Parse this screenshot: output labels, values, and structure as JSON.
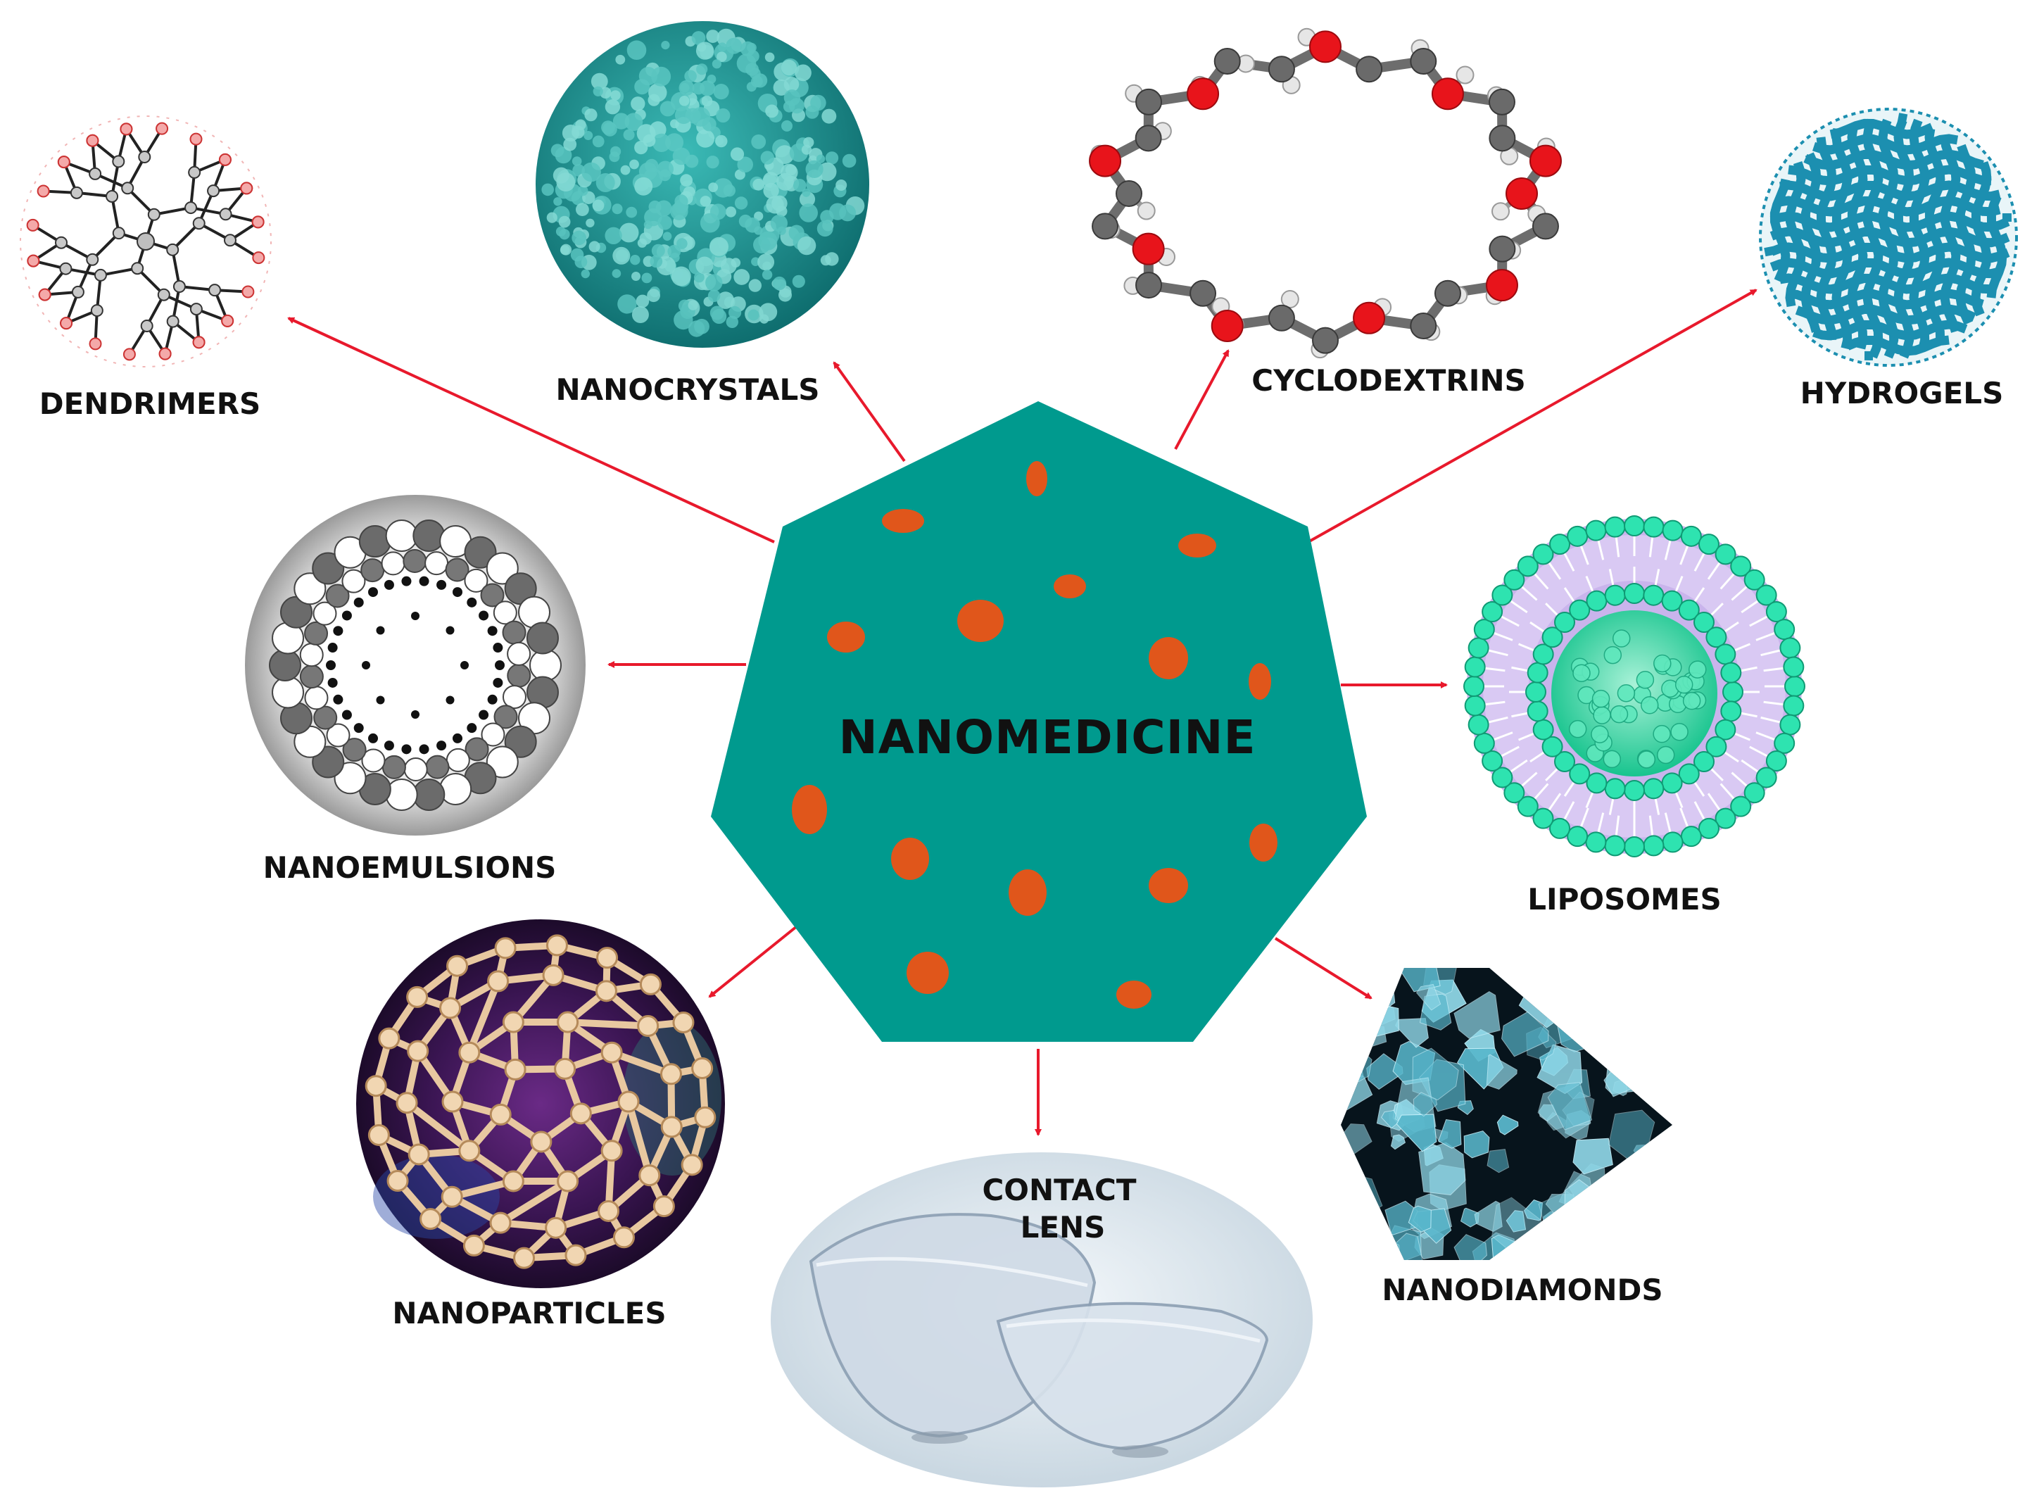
{
  "center": {
    "title": "NANOMEDICINE"
  },
  "items": [
    {
      "id": "dendrimers",
      "label": "DENDRIMERS"
    },
    {
      "id": "nanocrystals",
      "label": "NANOCRYSTALS"
    },
    {
      "id": "cyclodextrins",
      "label": "CYCLODEXTRINS"
    },
    {
      "id": "hydrogels",
      "label": "HYDROGELS"
    },
    {
      "id": "nanoemulsions",
      "label": "NANOEMULSIONS"
    },
    {
      "id": "liposomes",
      "label": "LIPOSOMES"
    },
    {
      "id": "nanoparticles",
      "label": "NANOPARTICLES"
    },
    {
      "id": "contact-lens",
      "label_line1": "CONTACT",
      "label_line2": "LENS"
    },
    {
      "id": "nanodiamonds",
      "label": "NANODIAMONDS"
    }
  ],
  "colors": {
    "heptagon": "#009a8e",
    "drug_particle": "#e0561b",
    "arrow": "#e8192c",
    "nanocrystal": "#1f9a98",
    "hydrogel": "#1c8fb0",
    "liposome_bead": "#2ee3b0",
    "liposome_layer": "#c9b4ec",
    "nanodiamond": "#59b7cc",
    "contact_lens_bg": "#dde7ee",
    "nanoparticle_bg": "#3a1552"
  },
  "icons": [
    "dendrimer-icon",
    "nanocrystal-icon",
    "cyclodextrin-icon",
    "hydrogel-icon",
    "nanoemulsion-icon",
    "liposome-icon",
    "nanoparticle-icon",
    "contact-lens-icon",
    "nanodiamond-icon"
  ]
}
